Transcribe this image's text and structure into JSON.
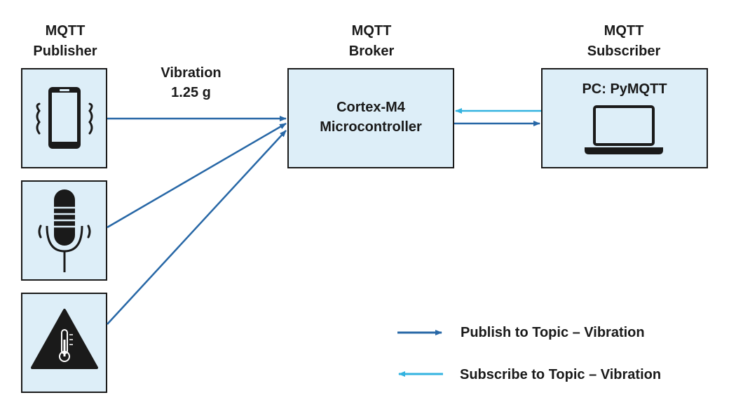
{
  "columns": {
    "publisher": {
      "line1": "MQTT",
      "line2": "Publisher"
    },
    "broker": {
      "line1": "MQTT",
      "line2": "Broker"
    },
    "subscriber": {
      "line1": "MQTT",
      "line2": "Subscriber"
    }
  },
  "broker_box": {
    "line1": "Cortex-M4",
    "line2": "Microcontroller"
  },
  "subscriber_box": {
    "title": "PC: PyMQTT"
  },
  "message": {
    "line1": "Vibration",
    "line2": "1.25 g"
  },
  "legend": {
    "publish": {
      "label": "Publish to Topic – Vibration",
      "color": "#2767a6"
    },
    "subscribe": {
      "label": "Subscribe to Topic – Vibration",
      "color": "#33b3e0"
    }
  },
  "publisher_devices": [
    "vibrating-phone-icon",
    "microphone-icon",
    "temperature-warning-icon"
  ]
}
